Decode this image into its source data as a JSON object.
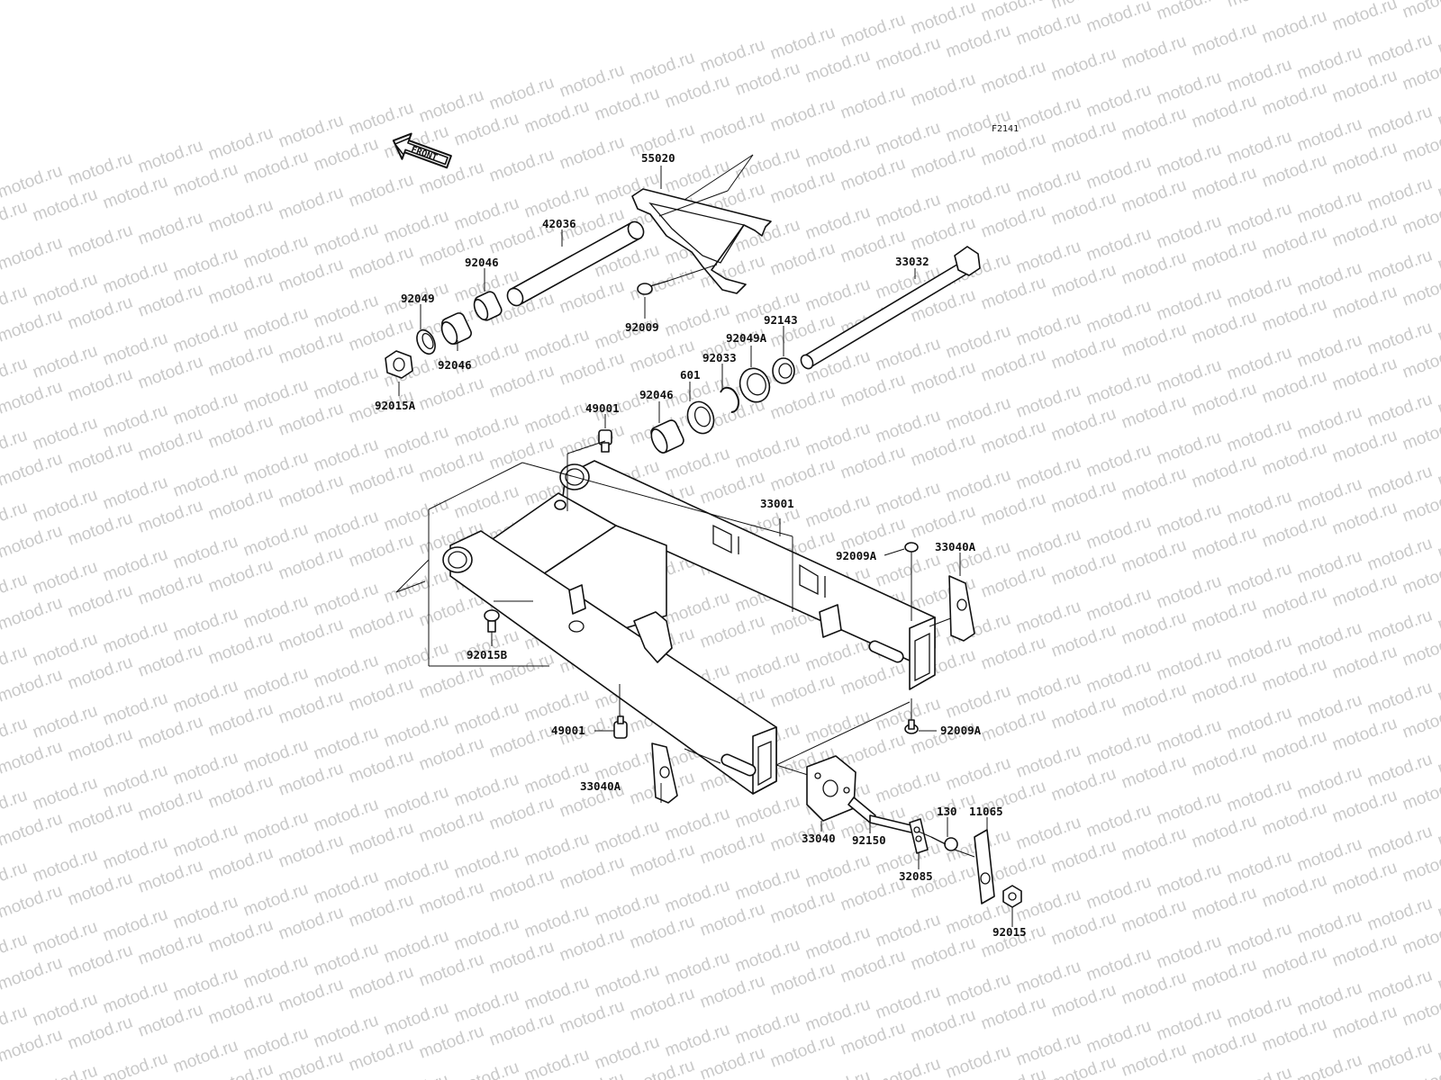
{
  "diagram": {
    "figure_code": "F2141",
    "watermark_text": "motod.ru",
    "front_arrow_text": "FRONT",
    "parts": [
      {
        "id": "p55020",
        "label": "55020"
      },
      {
        "id": "p42036",
        "label": "42036"
      },
      {
        "id": "p92046a",
        "label": "92046"
      },
      {
        "id": "p92049",
        "label": "92049"
      },
      {
        "id": "p92046b",
        "label": "92046"
      },
      {
        "id": "p92015A",
        "label": "92015A"
      },
      {
        "id": "p92009",
        "label": "92009"
      },
      {
        "id": "p33032",
        "label": "33032"
      },
      {
        "id": "p92143",
        "label": "92143"
      },
      {
        "id": "p92049A",
        "label": "92049A"
      },
      {
        "id": "p92033",
        "label": "92033"
      },
      {
        "id": "p601",
        "label": "601"
      },
      {
        "id": "p92046c",
        "label": "92046"
      },
      {
        "id": "p49001a",
        "label": "49001"
      },
      {
        "id": "p33001",
        "label": "33001"
      },
      {
        "id": "p92009Aa",
        "label": "92009A"
      },
      {
        "id": "p33040Aa",
        "label": "33040A"
      },
      {
        "id": "p92015B",
        "label": "92015B"
      },
      {
        "id": "p92009Ab",
        "label": "92009A"
      },
      {
        "id": "p49001b",
        "label": "49001"
      },
      {
        "id": "p33040Ab",
        "label": "33040A"
      },
      {
        "id": "p33040",
        "label": "33040"
      },
      {
        "id": "p92150",
        "label": "92150"
      },
      {
        "id": "p130",
        "label": "130"
      },
      {
        "id": "p11065",
        "label": "11065"
      },
      {
        "id": "p32085",
        "label": "32085"
      },
      {
        "id": "p92015",
        "label": "92015"
      }
    ]
  }
}
